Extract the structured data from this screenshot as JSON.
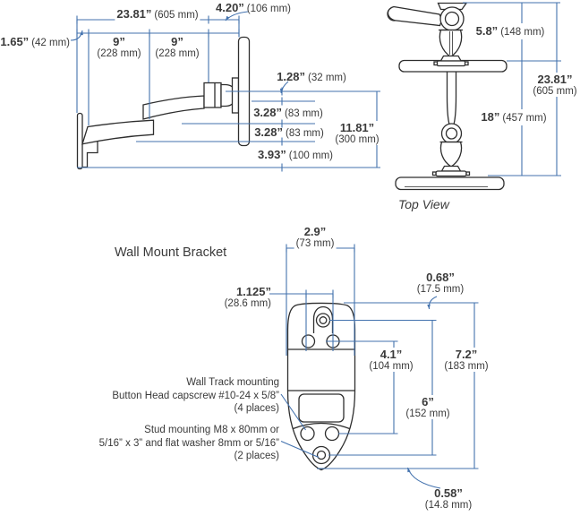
{
  "colors": {
    "dimension_line_blue": "#4372ae",
    "drawing_ink": "#2e2e2e",
    "text_ink": "#3a3a3a"
  },
  "side_view": {
    "dim_total_width": {
      "in": "23.81”",
      "mm": "(605 mm)"
    },
    "dim_screen_offset": {
      "in": "4.20”",
      "mm": "(106 mm)"
    },
    "dim_wall_offset": {
      "in": "1.65”",
      "mm": "(42 mm)"
    },
    "dim_arm_segment_1": {
      "in": "9”",
      "mm": "(228 mm)"
    },
    "dim_arm_segment_2": {
      "in": "9”",
      "mm": "(228 mm)"
    },
    "dim_rise_top": {
      "in": "1.28”",
      "mm": "(32 mm)"
    },
    "dim_rise_upper": {
      "in": "3.28”",
      "mm": "(83 mm)"
    },
    "dim_rise_lower": {
      "in": "3.28”",
      "mm": "(83 mm)"
    },
    "dim_rise_bottom": {
      "in": "3.93”",
      "mm": "(100 mm)"
    },
    "dim_total_height": {
      "in": "11.81”",
      "mm": "(300 mm)"
    }
  },
  "top_view": {
    "label": "Top View",
    "dim_pivot_depth": {
      "in": "5.8”",
      "mm": "(148 mm)"
    },
    "dim_arm_reach": {
      "in": "18”",
      "mm": "(457 mm)"
    },
    "dim_total_depth": {
      "in": "23.81”",
      "mm": "(605 mm)"
    }
  },
  "bracket": {
    "title": "Wall Mount Bracket",
    "dim_width": {
      "in": "2.9”",
      "mm": "(73 mm)"
    },
    "dim_hole_spacing": {
      "in": "1.125”",
      "mm": "(28.6 mm)"
    },
    "dim_top_to_keyhole": {
      "in": "0.68”",
      "mm": "(17.5 mm)"
    },
    "dim_hole_span": {
      "in": "4.1”",
      "mm": "(104 mm)"
    },
    "dim_keyhole_to_stud": {
      "in": "6”",
      "mm": "(152 mm)"
    },
    "dim_total_height": {
      "in": "7.2”",
      "mm": "(183 mm)"
    },
    "dim_stud_to_bottom": {
      "in": "0.58”",
      "mm": "(14.8 mm)"
    },
    "callout_wall_track": {
      "line1": "Wall Track mounting",
      "line2": "Button Head capscrew #10-24 x 5/8”",
      "line3": "(4 places)"
    },
    "callout_stud": {
      "line1": "Stud mounting M8 x 80mm or",
      "line2": "5/16” x 3” and flat washer 8mm or 5/16”",
      "line3": "(2 places)"
    }
  }
}
